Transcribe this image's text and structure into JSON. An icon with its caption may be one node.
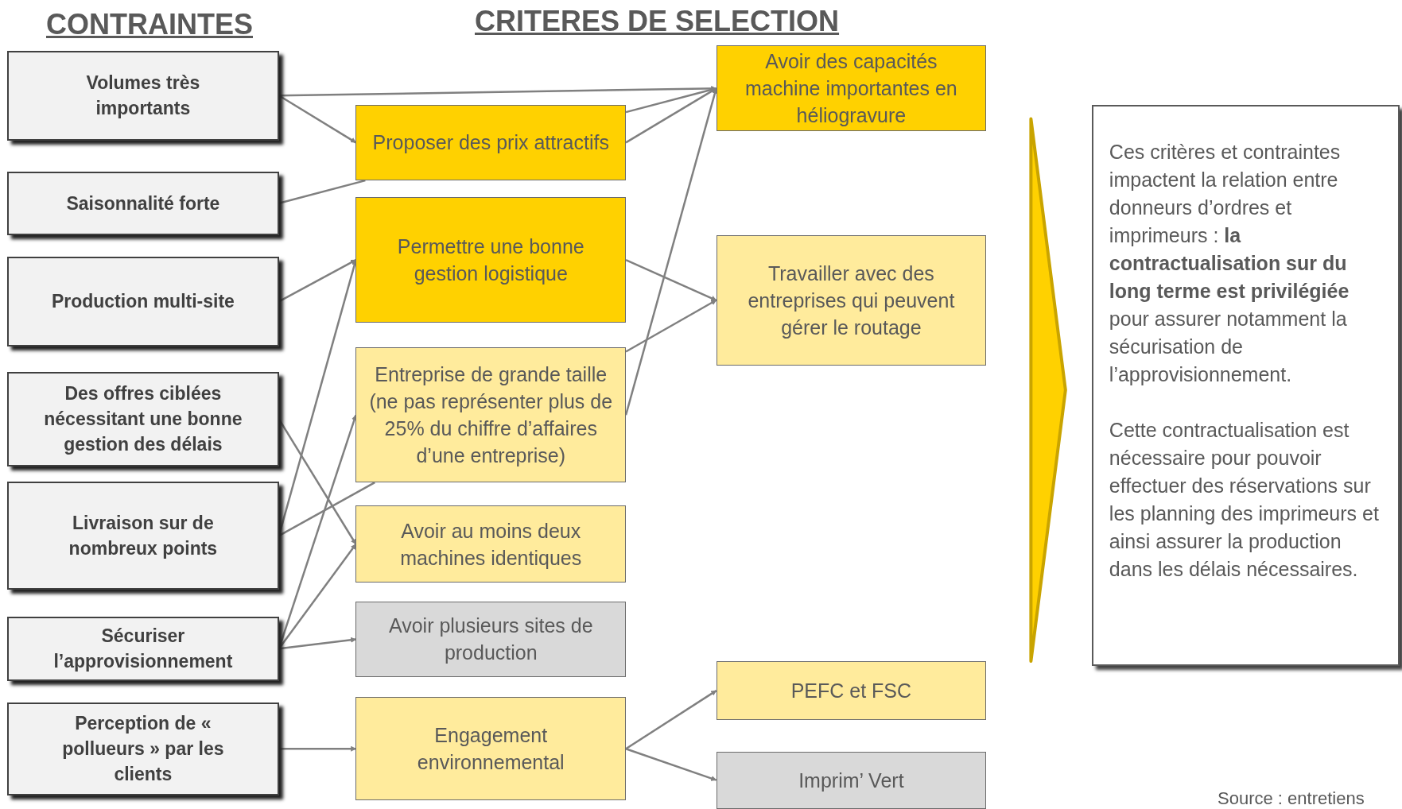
{
  "diagram": {
    "nodes": [
      {
        "text": [
          "Volumes très importants"
        ]
      },
      {
        "text": [
          "Saisonnalité forte"
        ]
      },
      {
        "text": [
          "Production multi-site"
        ]
      },
      {
        "text": [
          "Des offres ciblées nécessitant une bonne gestion des délais"
        ]
      },
      {
        "text": [
          "Livraison sur de nombreux points"
        ]
      },
      {
        "text": [
          "Sécuriser l’approvisionnement"
        ]
      },
      {
        "text": [
          "Perception de « pollueurs » par les clients"
        ]
      },
      {
        "text": [
          "Proposer des prix attractifs"
        ]
      },
      {
        "text": [
          "Permettre une bonne gestion logistique"
        ]
      },
      {
        "text": [
          "Entreprise de grande taille (ne pas représenter plus de 25% du chiffre d’affaires d’une entreprise)"
        ]
      },
      {
        "text": [
          "Avoir au moins deux machines identiques"
        ]
      },
      {
        "text": [
          "Avoir plusieurs sites de production"
        ]
      },
      {
        "text": [
          "Engagement environnemental"
        ]
      },
      {
        "text": [
          "Avoir des capacités machine importantes en héliogravure"
        ]
      },
      {
        "text": [
          "Travailler avec des entreprises qui peuvent gérer le routage"
        ]
      },
      {
        "text": [
          "PEFC et FSC"
        ]
      },
      {
        "text": [
          "Imprim’ Vert"
        ]
      },
      {
        "text": [
          "Ces critères et contraintes impactent la relation entre donneurs d’ordres et imprimeurs : **la contractualisation sur du long terme est privilégiée** pour assurer notamment la sécurisation de l’approvisionnement.",
          "Cette contractualisation est nécessaire pour pouvoir effectuer des réservations sur les planning des imprimeurs et ainsi assurer la production dans les délais nécessaires."
        ]
      }
    ],
    "edges": [
      {
        "from": 0,
        "to": 13,
        "arrow": "to"
      },
      {
        "from": 0,
        "to": 7,
        "arrow": "to"
      },
      {
        "from": 1,
        "to": 7,
        "arrow": "none"
      },
      {
        "from": 7,
        "to": 13,
        "arrow": "to"
      },
      {
        "from": 7,
        "to": 13,
        "arrow": "to"
      },
      {
        "from": 2,
        "to": 8,
        "arrow": "to"
      },
      {
        "from": 3,
        "to": 10,
        "arrow": "to"
      },
      {
        "from": 4,
        "to": 8,
        "arrow": "to"
      },
      {
        "from": 4,
        "to": 9,
        "arrow": "none"
      },
      {
        "from": 9,
        "to": 14,
        "arrow": "to"
      },
      {
        "from": 5,
        "to": 9,
        "arrow": "to"
      },
      {
        "from": 5,
        "to": 10,
        "arrow": "to"
      },
      {
        "from": 5,
        "to": 11,
        "arrow": "to"
      },
      {
        "from": 8,
        "to": 14,
        "arrow": "to"
      },
      {
        "from": 9,
        "to": 13,
        "arrow": "to"
      },
      {
        "from": 6,
        "to": 12,
        "arrow": "to"
      },
      {
        "from": 12,
        "to": 15,
        "arrow": "to"
      },
      {
        "from": 12,
        "to": 16,
        "arrow": "to"
      },
      {
        "from": null,
        "to": 17,
        "arrow": "to",
        "style": "thick",
        "color": "#ffd100"
      }
    ],
    "labels": [
      "CONTRAINTES",
      "CRITERES DE SELECTION",
      "Source : entretiens"
    ]
  }
}
